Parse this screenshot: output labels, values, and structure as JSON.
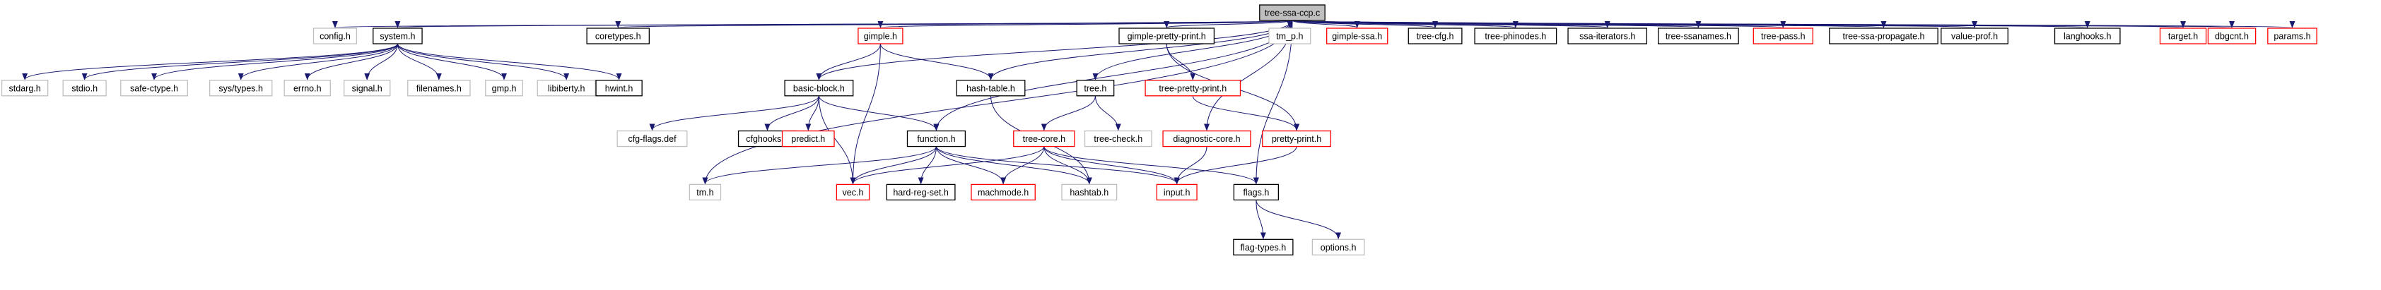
{
  "graph": {
    "colors": {
      "edge": "#191970",
      "border_documented": "#000000",
      "border_undocumented": "#bfbfbf",
      "border_truncated": "#ff0000",
      "root_fill": "#bfbfbf",
      "node_fill": "#ffffff"
    },
    "nodes": [
      {
        "id": "root",
        "label": "tree-ssa-ccp.c",
        "kind": "root"
      },
      {
        "id": "config",
        "label": "config.h",
        "kind": "undocumented"
      },
      {
        "id": "system",
        "label": "system.h",
        "kind": "documented"
      },
      {
        "id": "coretypes",
        "label": "coretypes.h",
        "kind": "documented"
      },
      {
        "id": "gimple",
        "label": "gimple.h",
        "kind": "truncated"
      },
      {
        "id": "gpp",
        "label": "gimple-pretty-print.h",
        "kind": "documented"
      },
      {
        "id": "tmp",
        "label": "tm_p.h",
        "kind": "undocumented"
      },
      {
        "id": "gssa",
        "label": "gimple-ssa.h",
        "kind": "truncated"
      },
      {
        "id": "treecfg",
        "label": "tree-cfg.h",
        "kind": "documented"
      },
      {
        "id": "phinodes",
        "label": "tree-phinodes.h",
        "kind": "documented"
      },
      {
        "id": "ssaiter",
        "label": "ssa-iterators.h",
        "kind": "documented"
      },
      {
        "id": "ssanames",
        "label": "tree-ssanames.h",
        "kind": "documented"
      },
      {
        "id": "treepass",
        "label": "tree-pass.h",
        "kind": "truncated"
      },
      {
        "id": "propagate",
        "label": "tree-ssa-propagate.h",
        "kind": "documented"
      },
      {
        "id": "valueprof",
        "label": "value-prof.h",
        "kind": "documented"
      },
      {
        "id": "langhooks",
        "label": "langhooks.h",
        "kind": "documented"
      },
      {
        "id": "target",
        "label": "target.h",
        "kind": "truncated"
      },
      {
        "id": "dbgcnt",
        "label": "dbgcnt.h",
        "kind": "truncated"
      },
      {
        "id": "params",
        "label": "params.h",
        "kind": "truncated"
      },
      {
        "id": "stdarg",
        "label": "stdarg.h",
        "kind": "undocumented"
      },
      {
        "id": "stdio",
        "label": "stdio.h",
        "kind": "undocumented"
      },
      {
        "id": "safectype",
        "label": "safe-ctype.h",
        "kind": "undocumented"
      },
      {
        "id": "systypes",
        "label": "sys/types.h",
        "kind": "undocumented"
      },
      {
        "id": "errno",
        "label": "errno.h",
        "kind": "undocumented"
      },
      {
        "id": "signal",
        "label": "signal.h",
        "kind": "undocumented"
      },
      {
        "id": "filenames",
        "label": "filenames.h",
        "kind": "undocumented"
      },
      {
        "id": "gmp",
        "label": "gmp.h",
        "kind": "undocumented"
      },
      {
        "id": "libiberty",
        "label": "libiberty.h",
        "kind": "undocumented"
      },
      {
        "id": "hwint",
        "label": "hwint.h",
        "kind": "documented"
      },
      {
        "id": "basicblock",
        "label": "basic-block.h",
        "kind": "documented"
      },
      {
        "id": "hashtable",
        "label": "hash-table.h",
        "kind": "documented"
      },
      {
        "id": "tree",
        "label": "tree.h",
        "kind": "documented"
      },
      {
        "id": "treeprettyprint",
        "label": "tree-pretty-print.h",
        "kind": "truncated"
      },
      {
        "id": "cfgflags",
        "label": "cfg-flags.def",
        "kind": "undocumented"
      },
      {
        "id": "cfghooks",
        "label": "cfghooks.h",
        "kind": "documented"
      },
      {
        "id": "predict",
        "label": "predict.h",
        "kind": "truncated"
      },
      {
        "id": "function",
        "label": "function.h",
        "kind": "documented"
      },
      {
        "id": "treecore",
        "label": "tree-core.h",
        "kind": "truncated"
      },
      {
        "id": "treecheck",
        "label": "tree-check.h",
        "kind": "undocumented"
      },
      {
        "id": "diagcore",
        "label": "diagnostic-core.h",
        "kind": "truncated"
      },
      {
        "id": "prettyprint",
        "label": "pretty-print.h",
        "kind": "truncated"
      },
      {
        "id": "tm",
        "label": "tm.h",
        "kind": "undocumented"
      },
      {
        "id": "vec",
        "label": "vec.h",
        "kind": "truncated"
      },
      {
        "id": "hardregset",
        "label": "hard-reg-set.h",
        "kind": "documented"
      },
      {
        "id": "machmode",
        "label": "machmode.h",
        "kind": "truncated"
      },
      {
        "id": "hashtab",
        "label": "hashtab.h",
        "kind": "undocumented"
      },
      {
        "id": "input",
        "label": "input.h",
        "kind": "truncated"
      },
      {
        "id": "flags",
        "label": "flags.h",
        "kind": "documented"
      },
      {
        "id": "flagtypes",
        "label": "flag-types.h",
        "kind": "documented"
      },
      {
        "id": "options",
        "label": "options.h",
        "kind": "undocumented"
      }
    ],
    "edges": [
      [
        "root",
        "config"
      ],
      [
        "root",
        "system"
      ],
      [
        "root",
        "coretypes"
      ],
      [
        "root",
        "gimple"
      ],
      [
        "root",
        "gpp"
      ],
      [
        "root",
        "tmp"
      ],
      [
        "root",
        "gssa"
      ],
      [
        "root",
        "treecfg"
      ],
      [
        "root",
        "phinodes"
      ],
      [
        "root",
        "ssaiter"
      ],
      [
        "root",
        "ssanames"
      ],
      [
        "root",
        "treepass"
      ],
      [
        "root",
        "propagate"
      ],
      [
        "root",
        "valueprof"
      ],
      [
        "root",
        "langhooks"
      ],
      [
        "root",
        "target"
      ],
      [
        "root",
        "dbgcnt"
      ],
      [
        "root",
        "params"
      ],
      [
        "root",
        "basicblock"
      ],
      [
        "root",
        "hashtable"
      ],
      [
        "root",
        "tree"
      ],
      [
        "root",
        "function"
      ],
      [
        "root",
        "diagcore"
      ],
      [
        "root",
        "tm"
      ],
      [
        "root",
        "flags"
      ],
      [
        "system",
        "stdarg"
      ],
      [
        "system",
        "stdio"
      ],
      [
        "system",
        "safectype"
      ],
      [
        "system",
        "systypes"
      ],
      [
        "system",
        "errno"
      ],
      [
        "system",
        "signal"
      ],
      [
        "system",
        "filenames"
      ],
      [
        "system",
        "gmp"
      ],
      [
        "system",
        "libiberty"
      ],
      [
        "system",
        "hwint"
      ],
      [
        "gimple",
        "basicblock"
      ],
      [
        "gimple",
        "hashtable"
      ],
      [
        "gimple",
        "vec"
      ],
      [
        "gpp",
        "treeprettyprint"
      ],
      [
        "gpp",
        "prettyprint"
      ],
      [
        "treeprettyprint",
        "prettyprint"
      ],
      [
        "basicblock",
        "cfgflags"
      ],
      [
        "basicblock",
        "cfghooks"
      ],
      [
        "basicblock",
        "predict"
      ],
      [
        "basicblock",
        "function"
      ],
      [
        "basicblock",
        "vec"
      ],
      [
        "hashtable",
        "hashtab"
      ],
      [
        "tree",
        "treecore"
      ],
      [
        "tree",
        "treecheck"
      ],
      [
        "function",
        "tm"
      ],
      [
        "function",
        "vec"
      ],
      [
        "function",
        "hardregset"
      ],
      [
        "function",
        "machmode"
      ],
      [
        "function",
        "hashtab"
      ],
      [
        "function",
        "input"
      ],
      [
        "treecore",
        "vec"
      ],
      [
        "treecore",
        "machmode"
      ],
      [
        "treecore",
        "hashtab"
      ],
      [
        "treecore",
        "input"
      ],
      [
        "treecore",
        "flags"
      ],
      [
        "diagcore",
        "input"
      ],
      [
        "prettyprint",
        "input"
      ],
      [
        "flags",
        "flagtypes"
      ],
      [
        "flags",
        "options"
      ]
    ]
  }
}
